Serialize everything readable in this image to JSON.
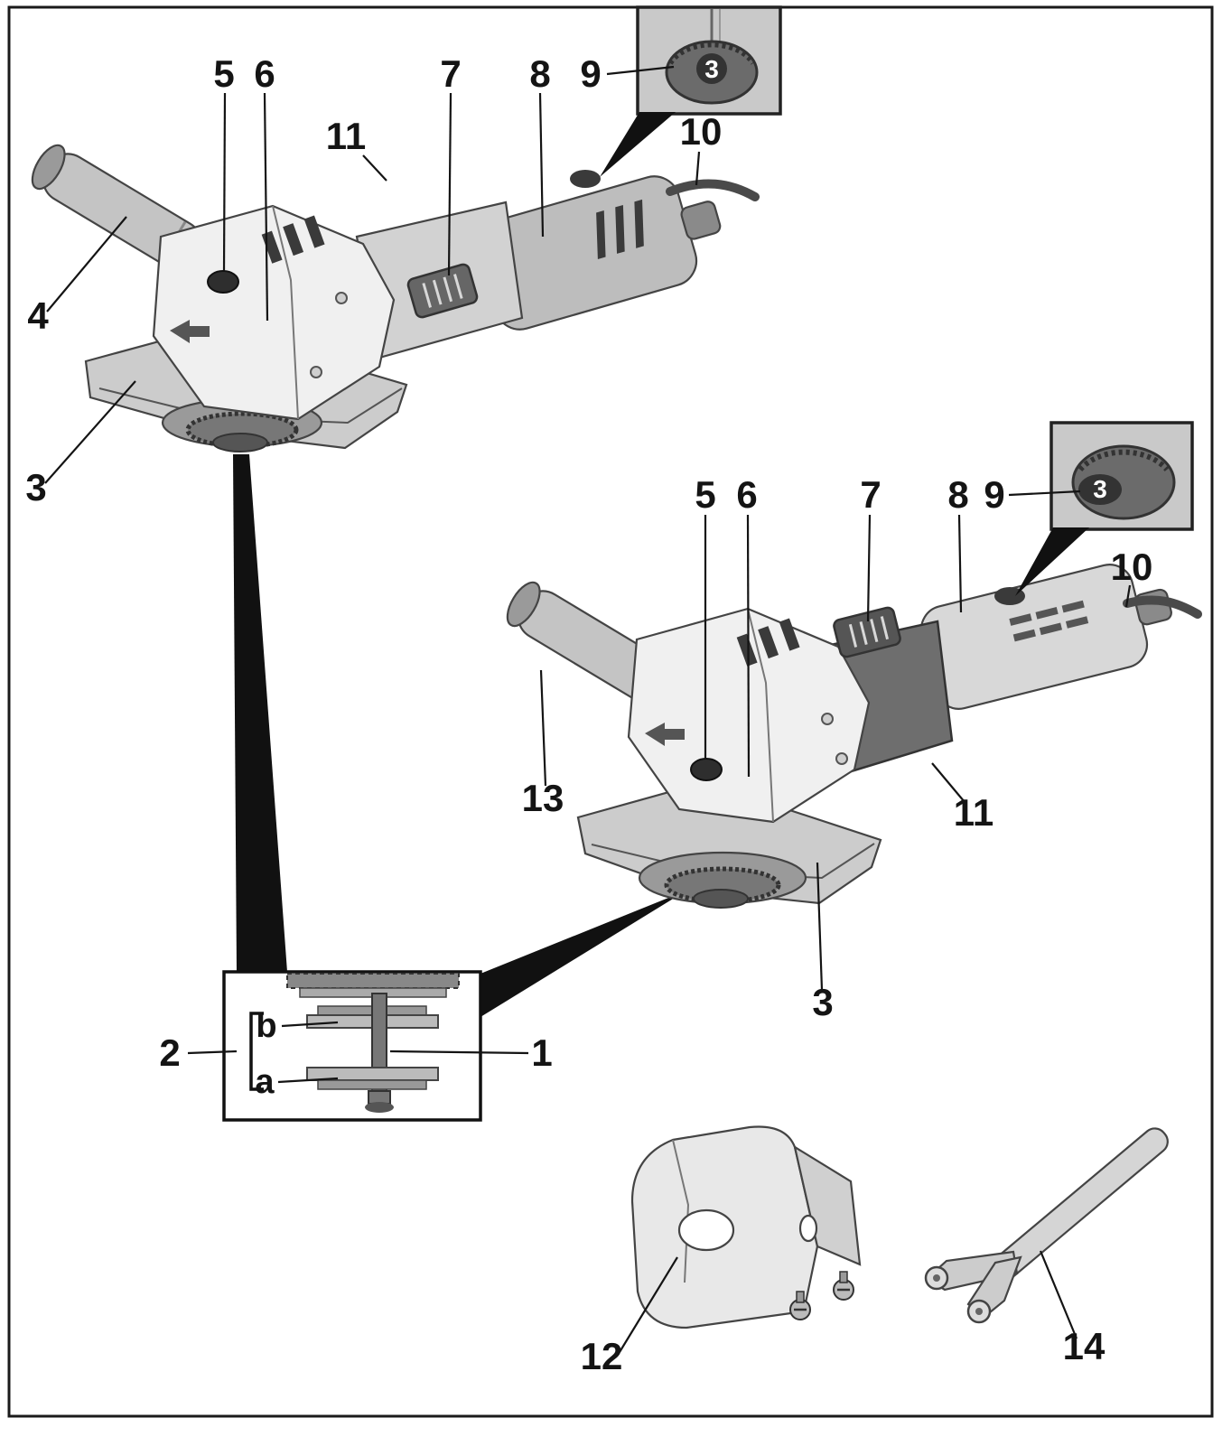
{
  "dial": {
    "value": "3"
  },
  "callouts": {
    "top_grinder": {
      "n3": "3",
      "n4": "4",
      "n5": "5",
      "n6": "6",
      "n7": "7",
      "n8": "8",
      "n9": "9",
      "n10": "10",
      "n11": "11"
    },
    "bottom_grinder": {
      "n3": "3",
      "n5": "5",
      "n6": "6",
      "n7": "7",
      "n8": "8",
      "n9": "9",
      "n10": "10",
      "n11": "11",
      "n13": "13"
    },
    "flange_detail": {
      "n1": "1",
      "n2": "2",
      "a": "a",
      "b": "b"
    },
    "accessories": {
      "n12": "12",
      "n14": "14"
    }
  },
  "colors": {
    "frame": "#1a1a1a",
    "body_gray": "#bdbdbd",
    "light_gray": "#d8d8d8",
    "head_white": "#f0f0f0",
    "dark_detail": "#3a3a3a",
    "inset_bg": "#c9c9c9"
  }
}
